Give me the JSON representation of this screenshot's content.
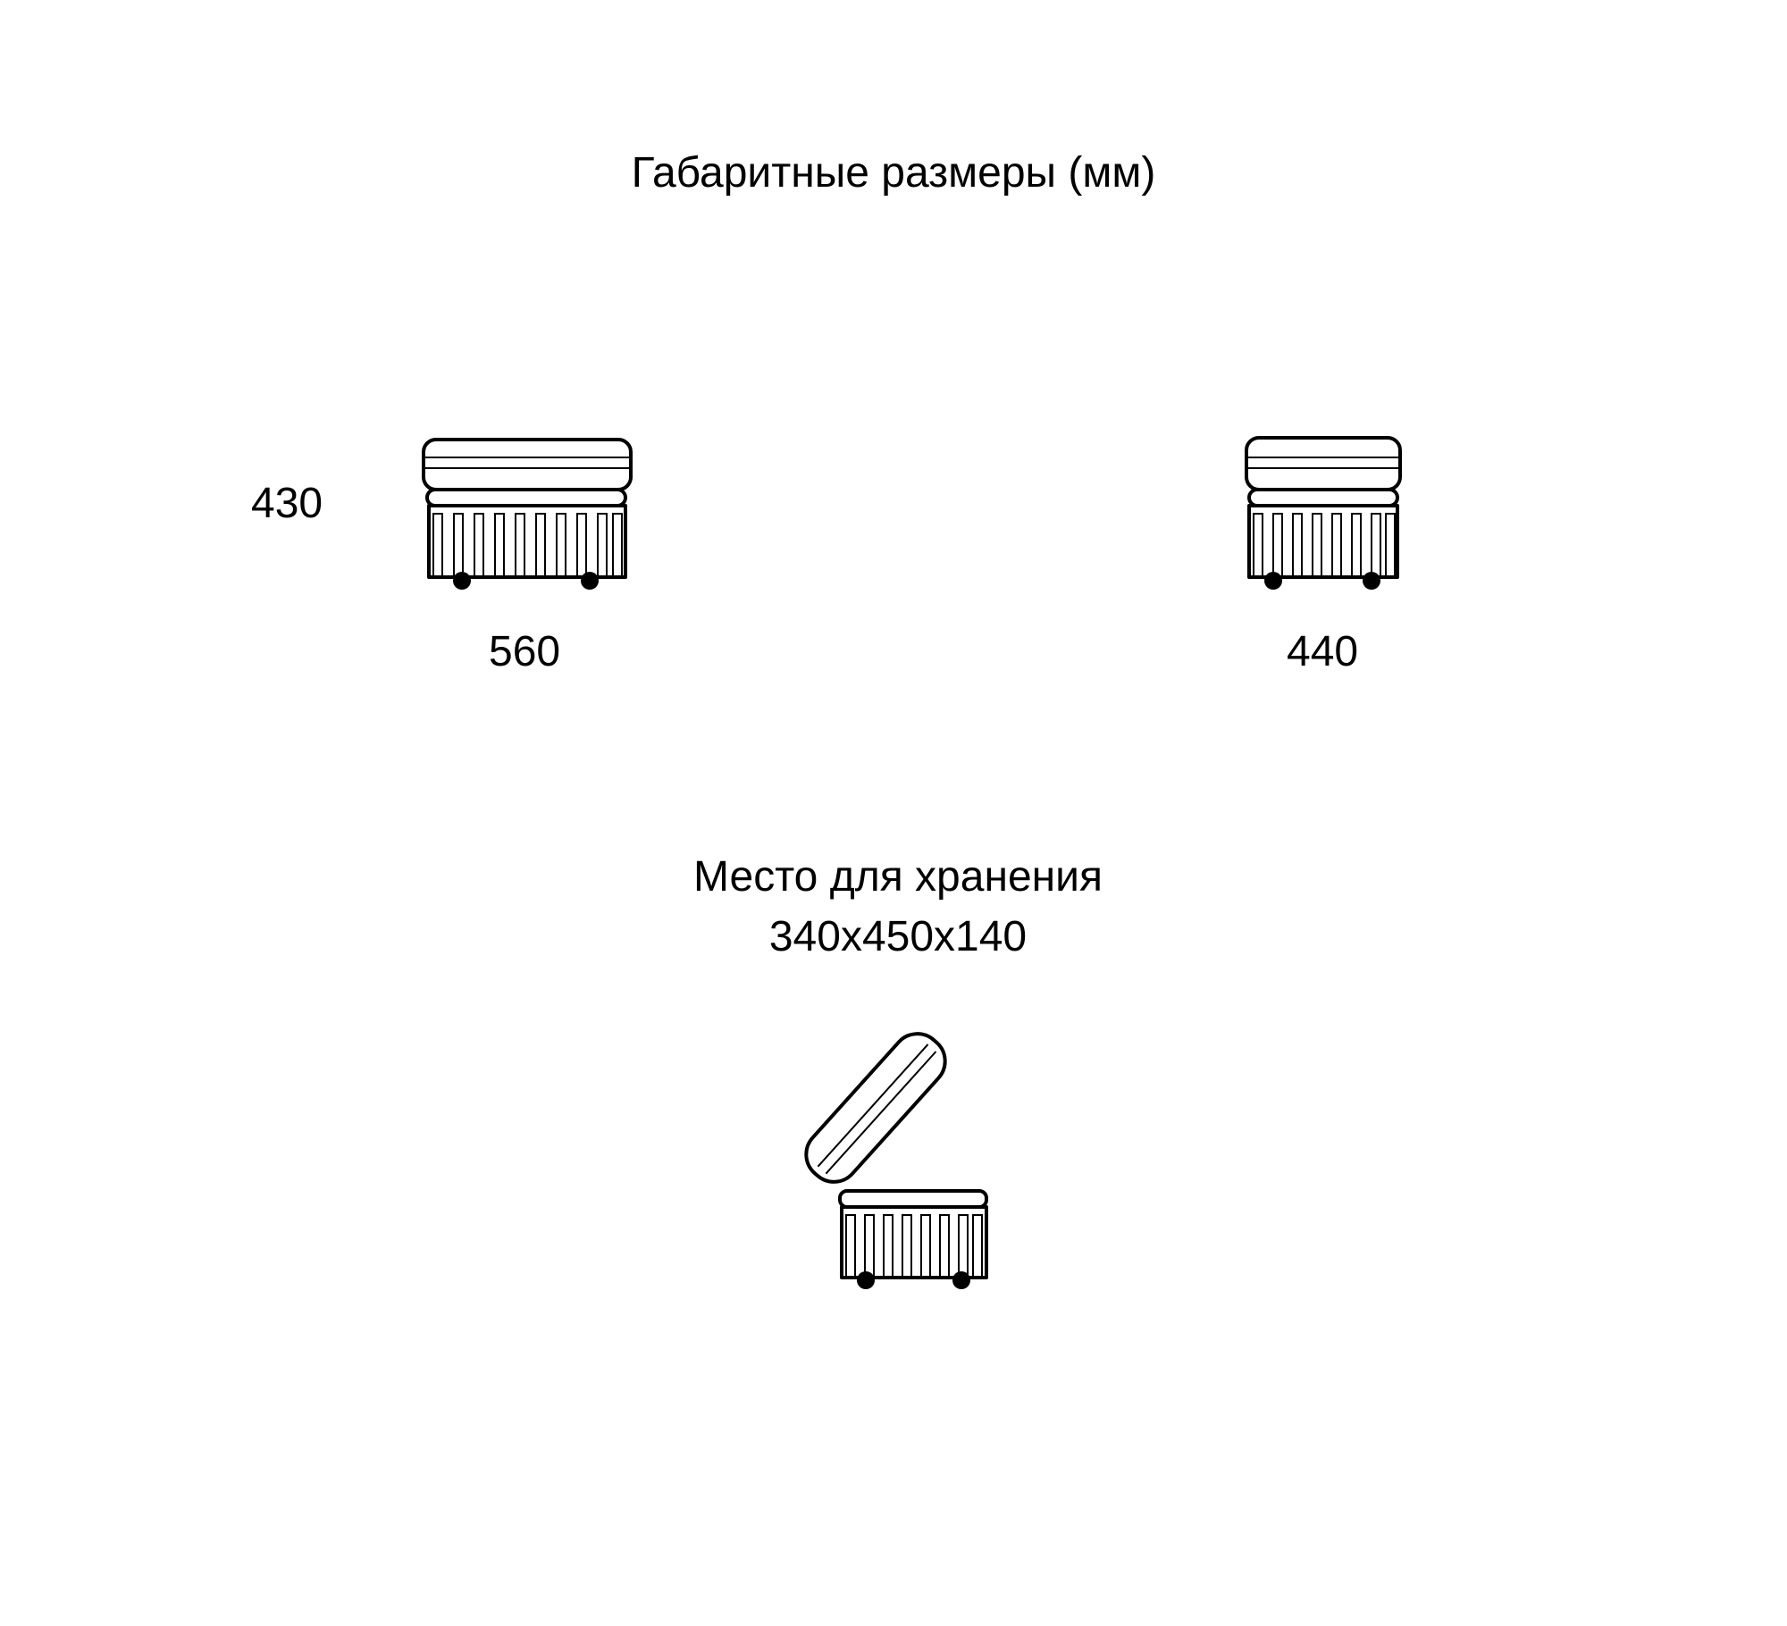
{
  "title": "Габаритные размеры (мм)",
  "dimensions": {
    "height": "430",
    "front_width": "560",
    "side_depth": "440"
  },
  "storage": {
    "title": "Место для хранения",
    "dimensions": "340x450x140"
  }
}
